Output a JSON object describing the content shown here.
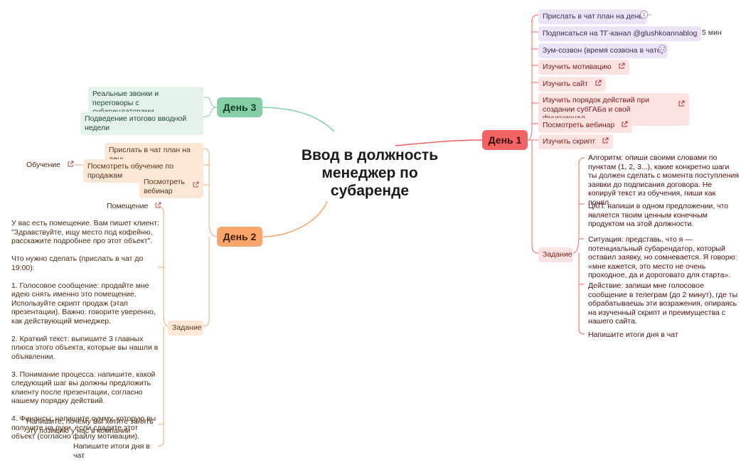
{
  "center": {
    "title": "Ввод в должность\nменеджер по\nсубаренде"
  },
  "colors": {
    "day1": "#f26363",
    "day2": "#f9a56c",
    "day3": "#86cfa6",
    "purple": "#b392d6"
  },
  "day1": {
    "label": "День 1",
    "items": [
      {
        "text": "Прислать в чат план на день",
        "badge": "1"
      },
      {
        "text": "Подписаться на ТГ-канал @glushkoannablog",
        "note": "5 мин"
      },
      {
        "text": "Зум-созвон (время созвона в чате)",
        "badge": "12"
      },
      {
        "text": "Изучить мотивацию"
      },
      {
        "text": "Изучить сайт"
      },
      {
        "text": "Изучить порядок действий при создании субГАБа и свой функционал"
      },
      {
        "text": "Посмотреть вебинар"
      },
      {
        "text": "Изучить скрипт"
      }
    ],
    "task_label": "Задание",
    "task_texts": [
      "Алгоритм: опиши своими словами по пунктам (1, 2, 3...), какие конкретно шаги ты должен сделать с момента поступления заявки до подписания договора. Не копируй текст из обучения, пиши как понял.",
      "ЦКП: напиши в одном предложении, что является твоим ценным конечным продуктом на этой должности.",
      "Ситуация: представь, что я — потенциальный субарендатор, который оставил заявку, но сомневается. Я говорю: «мне кажется, это место не очень проходное, да и дороговато для старта».",
      "Действие: запиши мне голосовое сообщение в телеграм (до 2 минут), где ты обрабатываешь эти возражения, опираясь на изученный скрипт и преимущества с нашего сайта.",
      "Напишите итоги дня в чат"
    ]
  },
  "day2": {
    "label": "День 2",
    "items": [
      {
        "text": "Прислать в чат план на день"
      },
      {
        "text": "Посмотреть обучение по продажам",
        "child": "Обучение"
      },
      {
        "text": "Посмотреть вебинар"
      }
    ],
    "task_label": "Задание",
    "task_head": "Помещение",
    "task_texts": [
      "У вас есть помещение. Вам пишет клиент: \"Здравствуйте, ищу место под кофейню, расскажите подробнее про этот объект\".\n\nЧто нужно сделать (прислать в чат до 19:00):\n\n1. Голосовое сообщение: продайте мне идею снять именно это помещение. Используйте скрипт продаж (этап презентации). Важно: говорите уверенно, как действующий менеджер.\n\n2. Краткий текст: выпишите 3 главных плюса этого объекта, которые вы нашли в объявлении.\n\n3. Понимание процесса: напишите, какой следующий шаг вы должны предложить клиенту после презентации, согласно нашему порядку действий.\n\n4. Финансы: напишите сумму, которую вы получите на руки, если сдадите этот объект (согласно файлу мотивации).",
      "Напишите, почему Вы хотите занять эту позицию у нас в компании",
      "Напишите итоги дня в чат"
    ]
  },
  "day3": {
    "label": "День 3",
    "items": [
      {
        "text": "Реальные звонки и переговоры с субарендаторами"
      },
      {
        "text": "Подведение итогово вводной недели"
      }
    ]
  }
}
